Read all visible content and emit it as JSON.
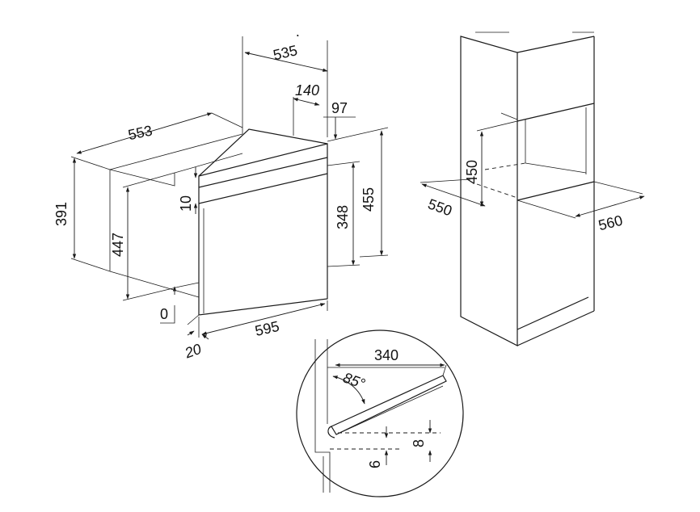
{
  "dimensions": {
    "niche_depth": "553",
    "niche_height": "391",
    "oven_depth": "535",
    "depth_140": "140",
    "depth_97": "97",
    "height_455": "455",
    "height_348": "348",
    "height_447": "447",
    "gap_10": "10",
    "offset_0": "0",
    "width_595": "595",
    "depth_20": "20",
    "tall_opening_450": "450",
    "tall_depth_550": "550",
    "tall_width_560": "560",
    "door_length_340": "340",
    "door_angle_85": "85°",
    "gap_8": "8",
    "gap_6": "6"
  }
}
